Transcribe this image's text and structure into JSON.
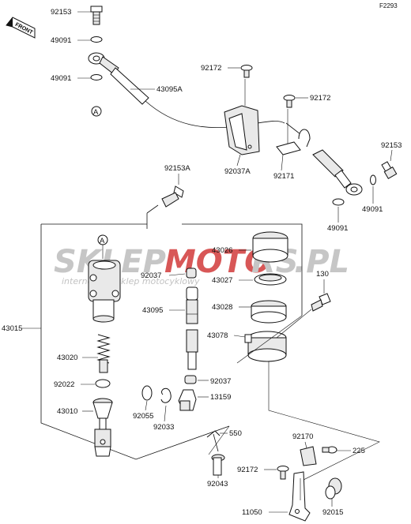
{
  "figure_ref": "F2293",
  "front_label": "FRONT",
  "watermark": {
    "brand_gray": "SKLEP",
    "brand_red": "MOTO",
    "brand_gray2": "RS",
    "suffix": ".PL",
    "tagline": "internetowy sklep motocyklowy"
  },
  "callouts": {
    "c92153_top": "92153",
    "c49091_a": "49091",
    "c49091_b": "49091",
    "c43095A": "43095A",
    "cA_top": "A",
    "c92172_a": "92172",
    "c92172_b": "92172",
    "c92037A": "92037A",
    "c92171": "92171",
    "c92153_right": "92153",
    "c49091_c": "49091",
    "c49091_d": "49091",
    "c92153A": "92153A",
    "cA_mid": "A",
    "c43015": "43015",
    "c43026": "43026",
    "c92037_a": "92037",
    "c43027": "43027",
    "c130": "130",
    "c43095": "43095",
    "c43028": "43028",
    "c43078": "43078",
    "c43020": "43020",
    "c92037_b": "92037",
    "c92022": "92022",
    "c13159": "13159",
    "c43010": "43010",
    "c92055": "92055",
    "c92033": "92033",
    "c550": "550",
    "c92170": "92170",
    "c225": "225",
    "c92172_c": "92172",
    "c92043": "92043",
    "c11050": "11050",
    "c92015": "92015"
  },
  "colors": {
    "watermark_gray": "#bdbdbd",
    "watermark_red": "#d23a3a",
    "line": "#111111"
  }
}
